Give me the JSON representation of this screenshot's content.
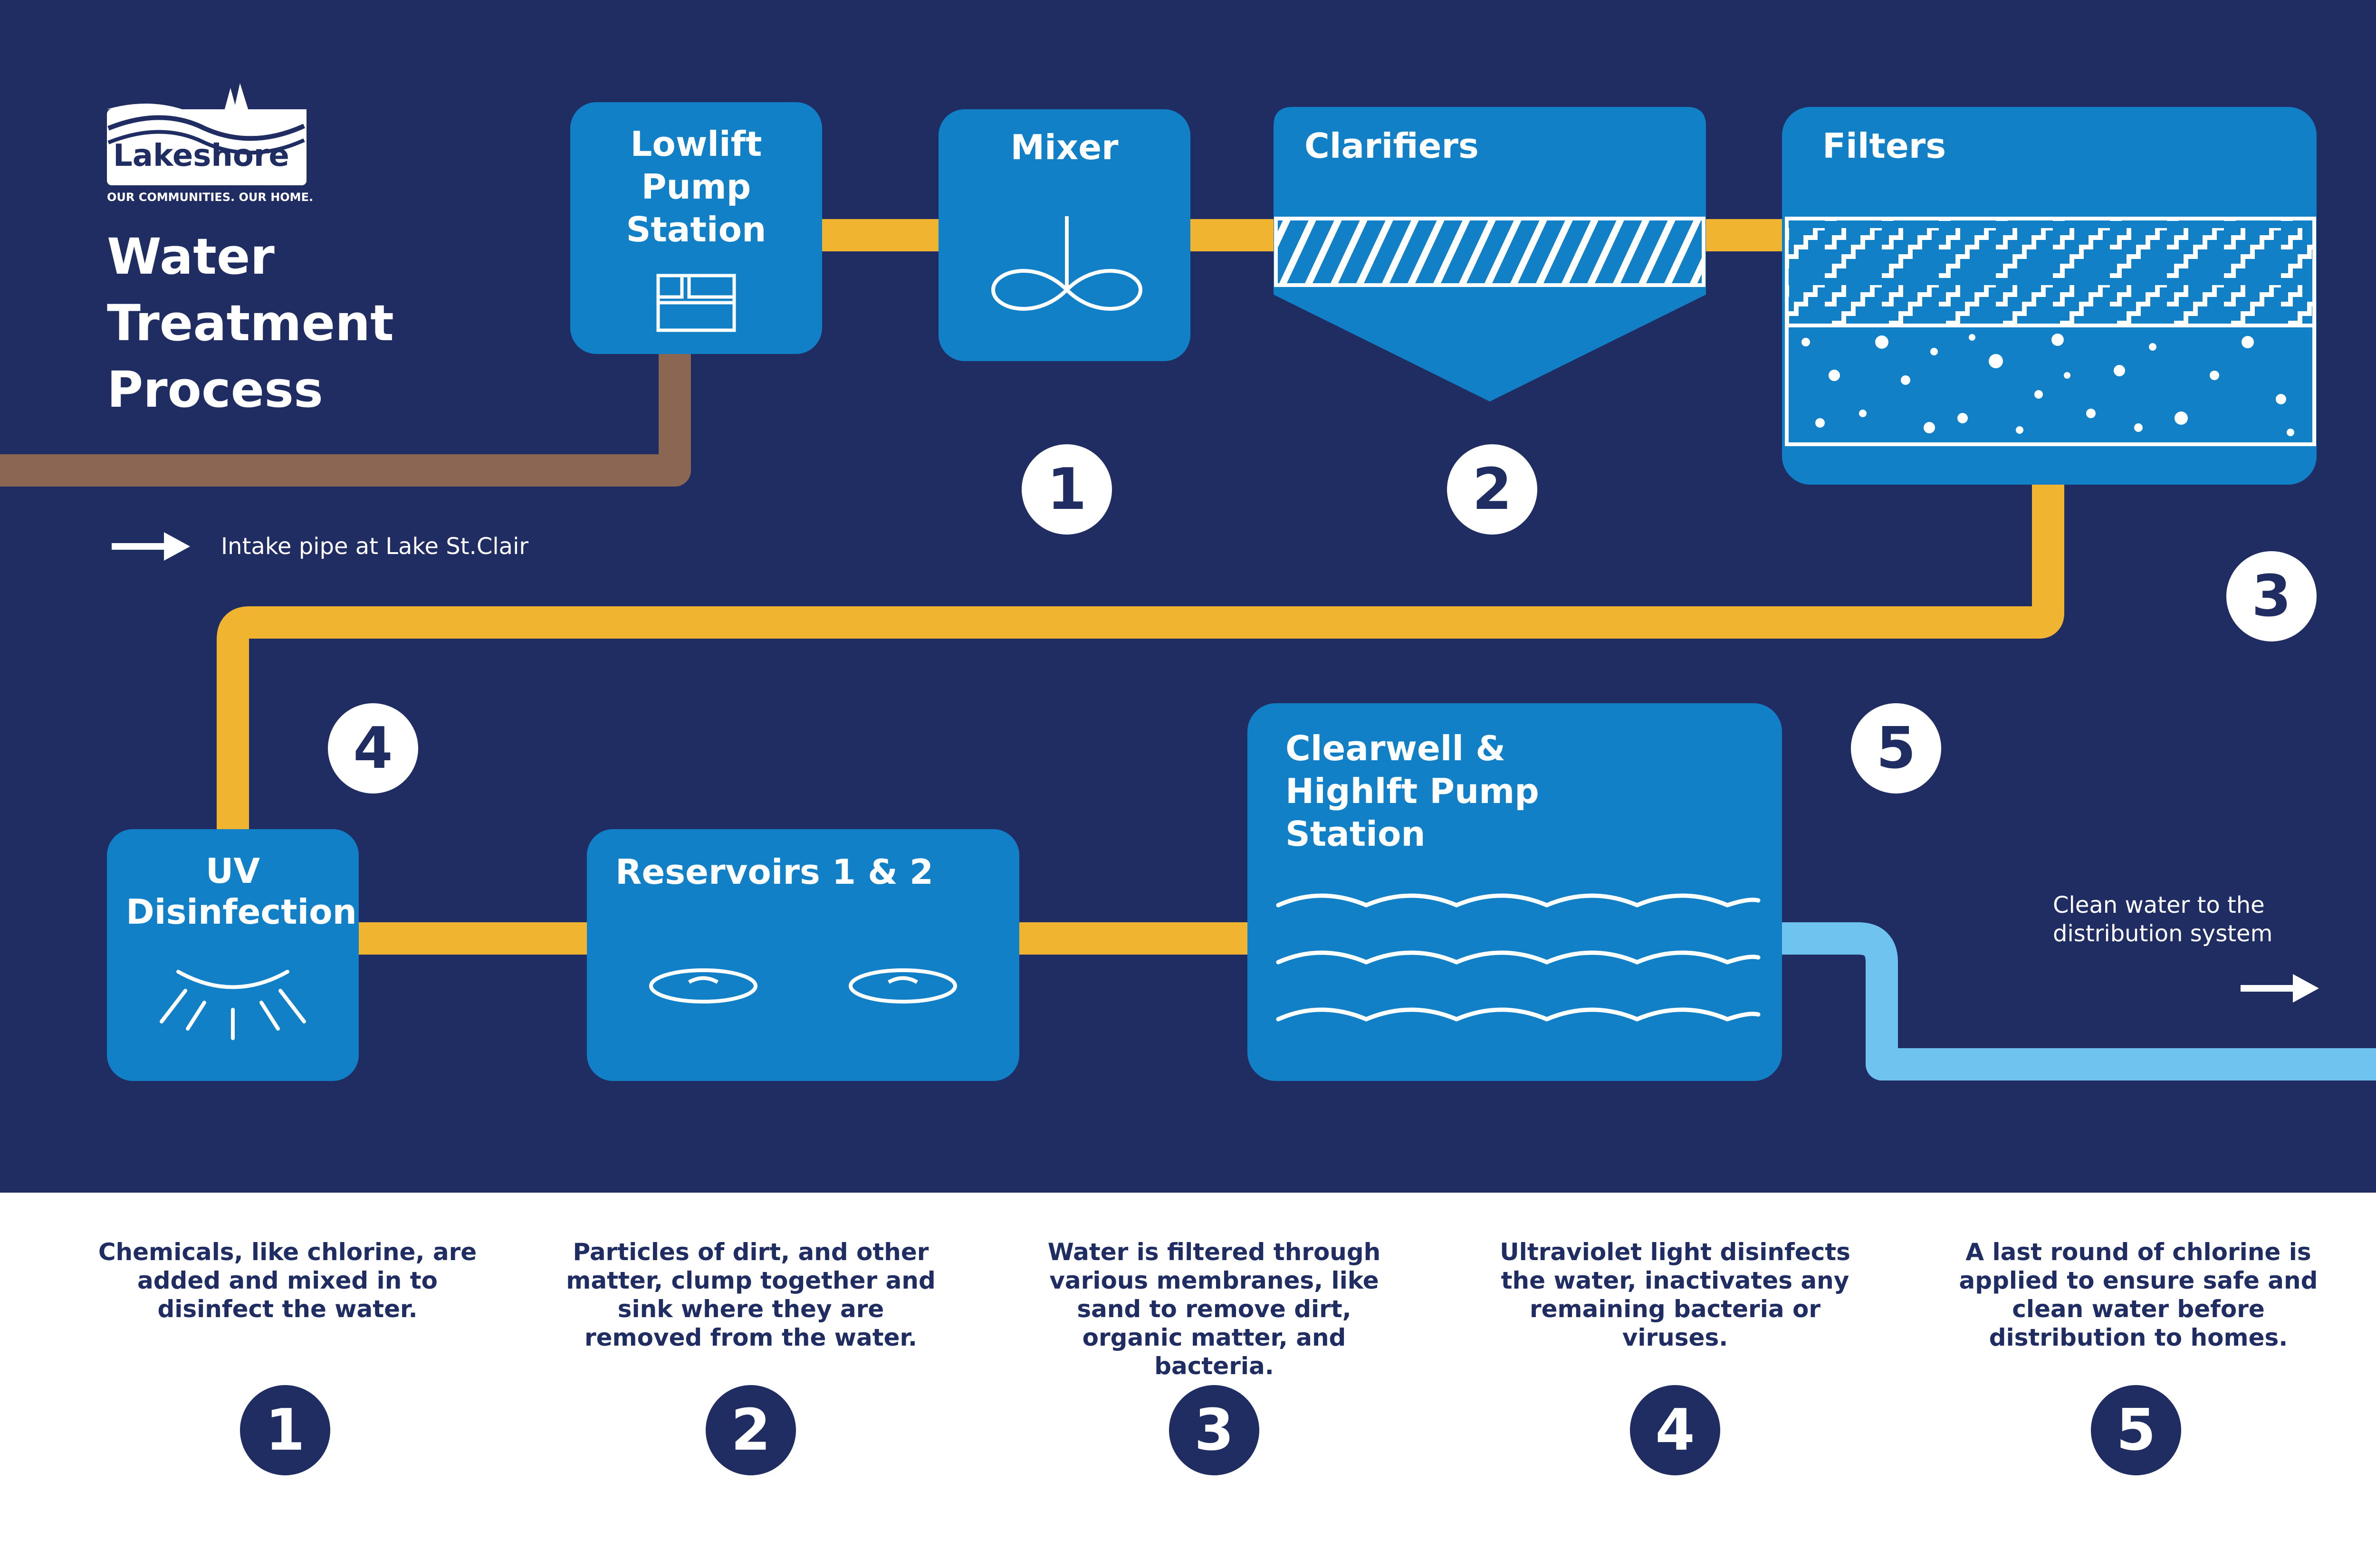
{
  "logo": {
    "name": "Lakeshore",
    "tagline": "OUR COMMUNITIES. OUR HOME."
  },
  "title": [
    "Water",
    "Treatment",
    "Process"
  ],
  "legend": {
    "intake": "Intake pipe at Lake St.Clair"
  },
  "stages": {
    "lowlift": "Lowlift Pump Station",
    "mixer": "Mixer",
    "clarifiers": "Clarifiers",
    "filters": "Filters",
    "uv": "UV Disinfection",
    "reservoirs": "Reservoirs 1 & 2",
    "clearwell": "Clearwell & Highlft Pump Station"
  },
  "outlet": {
    "label": "Clean water to the distribution system"
  },
  "markers": [
    "1",
    "2",
    "3",
    "4",
    "5"
  ],
  "steps": [
    {
      "number": "1",
      "text": "Chemicals, like chlorine, are added and mixed in to disinfect the water."
    },
    {
      "number": "2",
      "text": "Particles of dirt, and other matter, clump together and sink where they are removed from the water."
    },
    {
      "number": "3",
      "text": "Water is filtered through various membranes, like sand to remove dirt, organic matter, and bacteria."
    },
    {
      "number": "4",
      "text": "Ultraviolet light disinfects the water, inactivates any remaining bacteria or viruses."
    },
    {
      "number": "5",
      "text": "A last round of chlorine is applied to ensure safe and clean water before distribution to homes."
    }
  ],
  "colors": {
    "background": "#1f2d63",
    "box": "#1280c6",
    "pipe": "#f0b431",
    "intake_pipe": "#8a6653",
    "clean_pipe": "#6ec4ee",
    "text_navy": "#1f2d63",
    "white": "#ffffff"
  },
  "icons": [
    "lakeshore-logo",
    "pump-icon",
    "mixer-icon",
    "clarifier-icon",
    "filter-icon",
    "uv-lamp-icon",
    "reservoir-icon",
    "water-waves-icon",
    "arrow-right-icon"
  ]
}
